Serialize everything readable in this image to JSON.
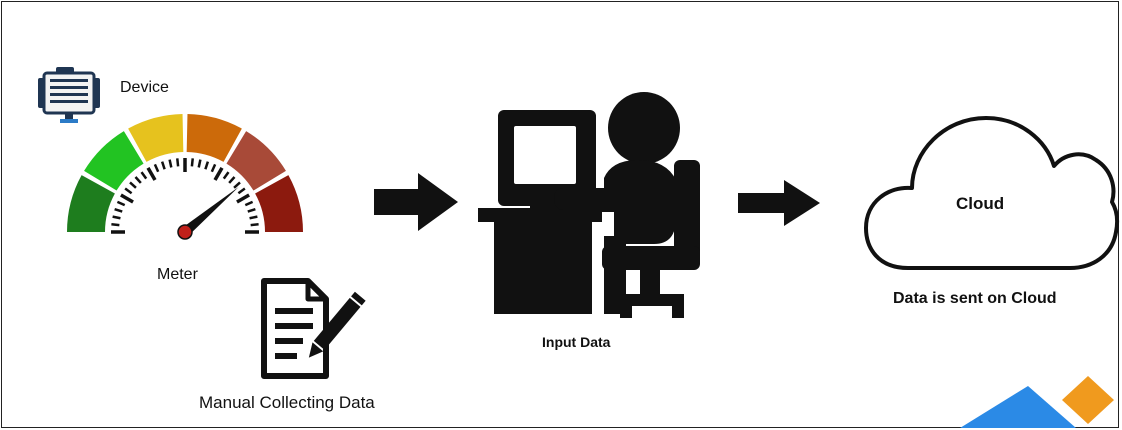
{
  "labels": {
    "device": "Device",
    "meter": "Meter",
    "manual": "Manual Collecting Data",
    "input": "Input Data",
    "cloud": "Cloud",
    "sent": "Data is sent on  Cloud"
  },
  "icons": {
    "device": "device-icon",
    "meter": "gauge-icon",
    "manual": "document-pen-icon",
    "input": "person-at-computer-icon",
    "cloud": "cloud-icon",
    "arrows": "right-arrow-icon",
    "logo": "watermark-logo"
  },
  "colors": {
    "gauge_segments": [
      "#1e7d1e",
      "#22c322",
      "#e6c21e",
      "#cc6a0a",
      "#a84a38",
      "#8c1a0e"
    ],
    "needle_pivot": "#c0201a",
    "logo_blue": "#2b8ae6",
    "logo_orange": "#f09a1e"
  }
}
